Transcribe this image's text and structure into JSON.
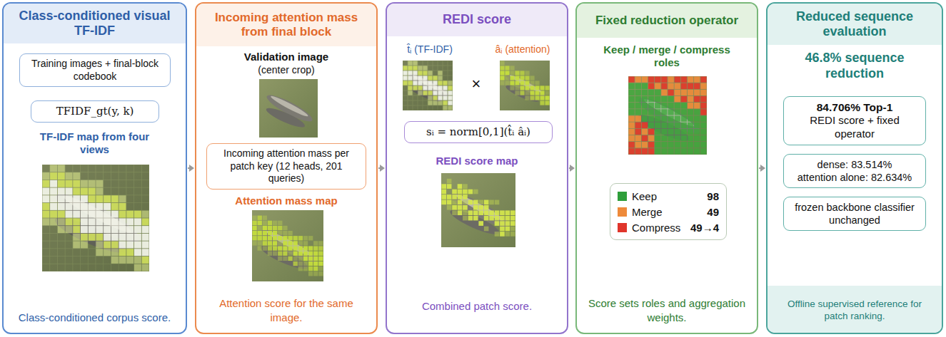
{
  "diagram": {
    "nodes": [
      {
        "text": [
          "Class-conditioned visual TF-IDF",
          "Class-conditioned corpus score."
        ]
      },
      {
        "text": [
          "Training images + final-block codebook"
        ],
        "in": 0
      },
      {
        "text": [
          "TFIDF_gt(y, k)"
        ],
        "in": 0
      },
      {
        "text": [
          "Incoming attention mass from final block",
          "Attention score for the same image."
        ]
      },
      {
        "text": [
          "Incoming attention mass per patch key (12 heads, 201 queries)"
        ],
        "in": 3
      },
      {
        "text": [
          "REDI score",
          "Combined patch score."
        ]
      },
      {
        "text": [
          "sᵢ = norm[0,1](t̂ᵢ âᵢ)"
        ],
        "in": 5
      },
      {
        "text": [
          "Fixed reduction operator",
          "Score sets roles and aggregation weights."
        ]
      },
      {
        "text": [
          "Reduced sequence evaluation",
          "Offline supervised reference for patch ranking."
        ]
      },
      {
        "text": [
          "84.706% Top-1",
          "REDI score + fixed operator"
        ],
        "in": 8
      },
      {
        "text": [
          "dense: 83.514%",
          "attention alone: 82.634%"
        ],
        "in": 8
      },
      {
        "text": [
          "frozen backbone classifier unchanged"
        ],
        "in": 8
      }
    ],
    "edges": [
      {
        "from": 0,
        "to": 3,
        "arrow": "to"
      },
      {
        "from": 3,
        "to": 5,
        "arrow": "to"
      },
      {
        "from": 5,
        "to": 7,
        "arrow": "to"
      },
      {
        "from": 7,
        "to": 8,
        "arrow": "to"
      }
    ],
    "labels": [
      "TF-IDF map from four views",
      "Validation image",
      "(center crop)",
      "Attention mass map",
      "t̂ᵢ (TF-IDF)",
      "âᵢ (attention)",
      "×",
      "REDI score map",
      "Keep / merge / compress roles",
      "98",
      "49",
      "49→4",
      "46.8% sequence reduction"
    ],
    "legend": [
      {
        "text": "Keep",
        "color": "#2e9e3a"
      },
      {
        "text": "Merge",
        "color": "#ee8a3a"
      },
      {
        "text": "Compress",
        "color": "#e0352b"
      }
    ]
  }
}
